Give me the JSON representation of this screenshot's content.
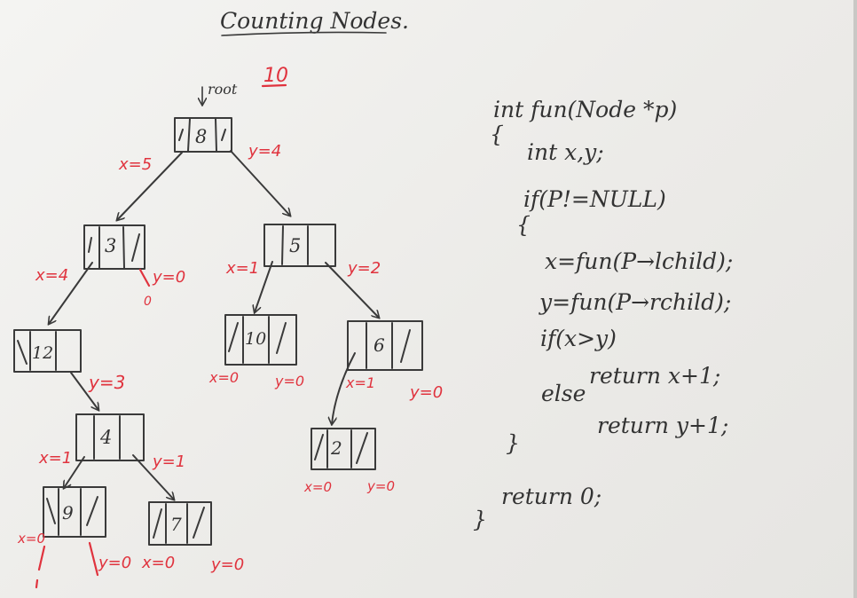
{
  "title": "Counting Nodes.",
  "root_label": "root",
  "root_count": "10",
  "nodes": {
    "n8": "8",
    "n3": "3",
    "n5": "5",
    "n12": "12",
    "n10": "10",
    "n6": "6",
    "n4": "4",
    "n2": "2",
    "n9": "9",
    "n7": "7"
  },
  "annotations": {
    "x5": "x=5",
    "y4": "y=4",
    "x4": "x=4",
    "y0_n3": "y=0",
    "zero_n3": "0",
    "x1_n5": "x=1",
    "y2": "y=2",
    "y3": "y=3",
    "x0_n10": "x=0",
    "y0_n10": "y=0",
    "x1_n6": "x=1",
    "y0_n6": "y=0",
    "x1_n4": "x=1",
    "y1_n4": "y=1",
    "x0_n2": "x=0",
    "y0_n2": "y=0",
    "x0_n9": "x=0",
    "y0_n9": "y=0",
    "x0_n7": "x=0",
    "y0_n7": "y=0"
  },
  "code": {
    "line1": "int fun(Node *p)",
    "line2": "{",
    "line3": "int x,y;",
    "line4": "if(P!=NULL)",
    "line5": "{",
    "line6": "x=fun(P→lchild);",
    "line7": "y=fun(P→rchild);",
    "line8": "if(x>y)",
    "line9": "return x+1;",
    "line10": "else",
    "line11": "return y+1;",
    "line12": "}",
    "line13": "return 0;",
    "line14": "}"
  },
  "colors": {
    "ink": "#3a3a3a",
    "annotation_red": "#e0333e",
    "board": "#f1f1ef"
  }
}
